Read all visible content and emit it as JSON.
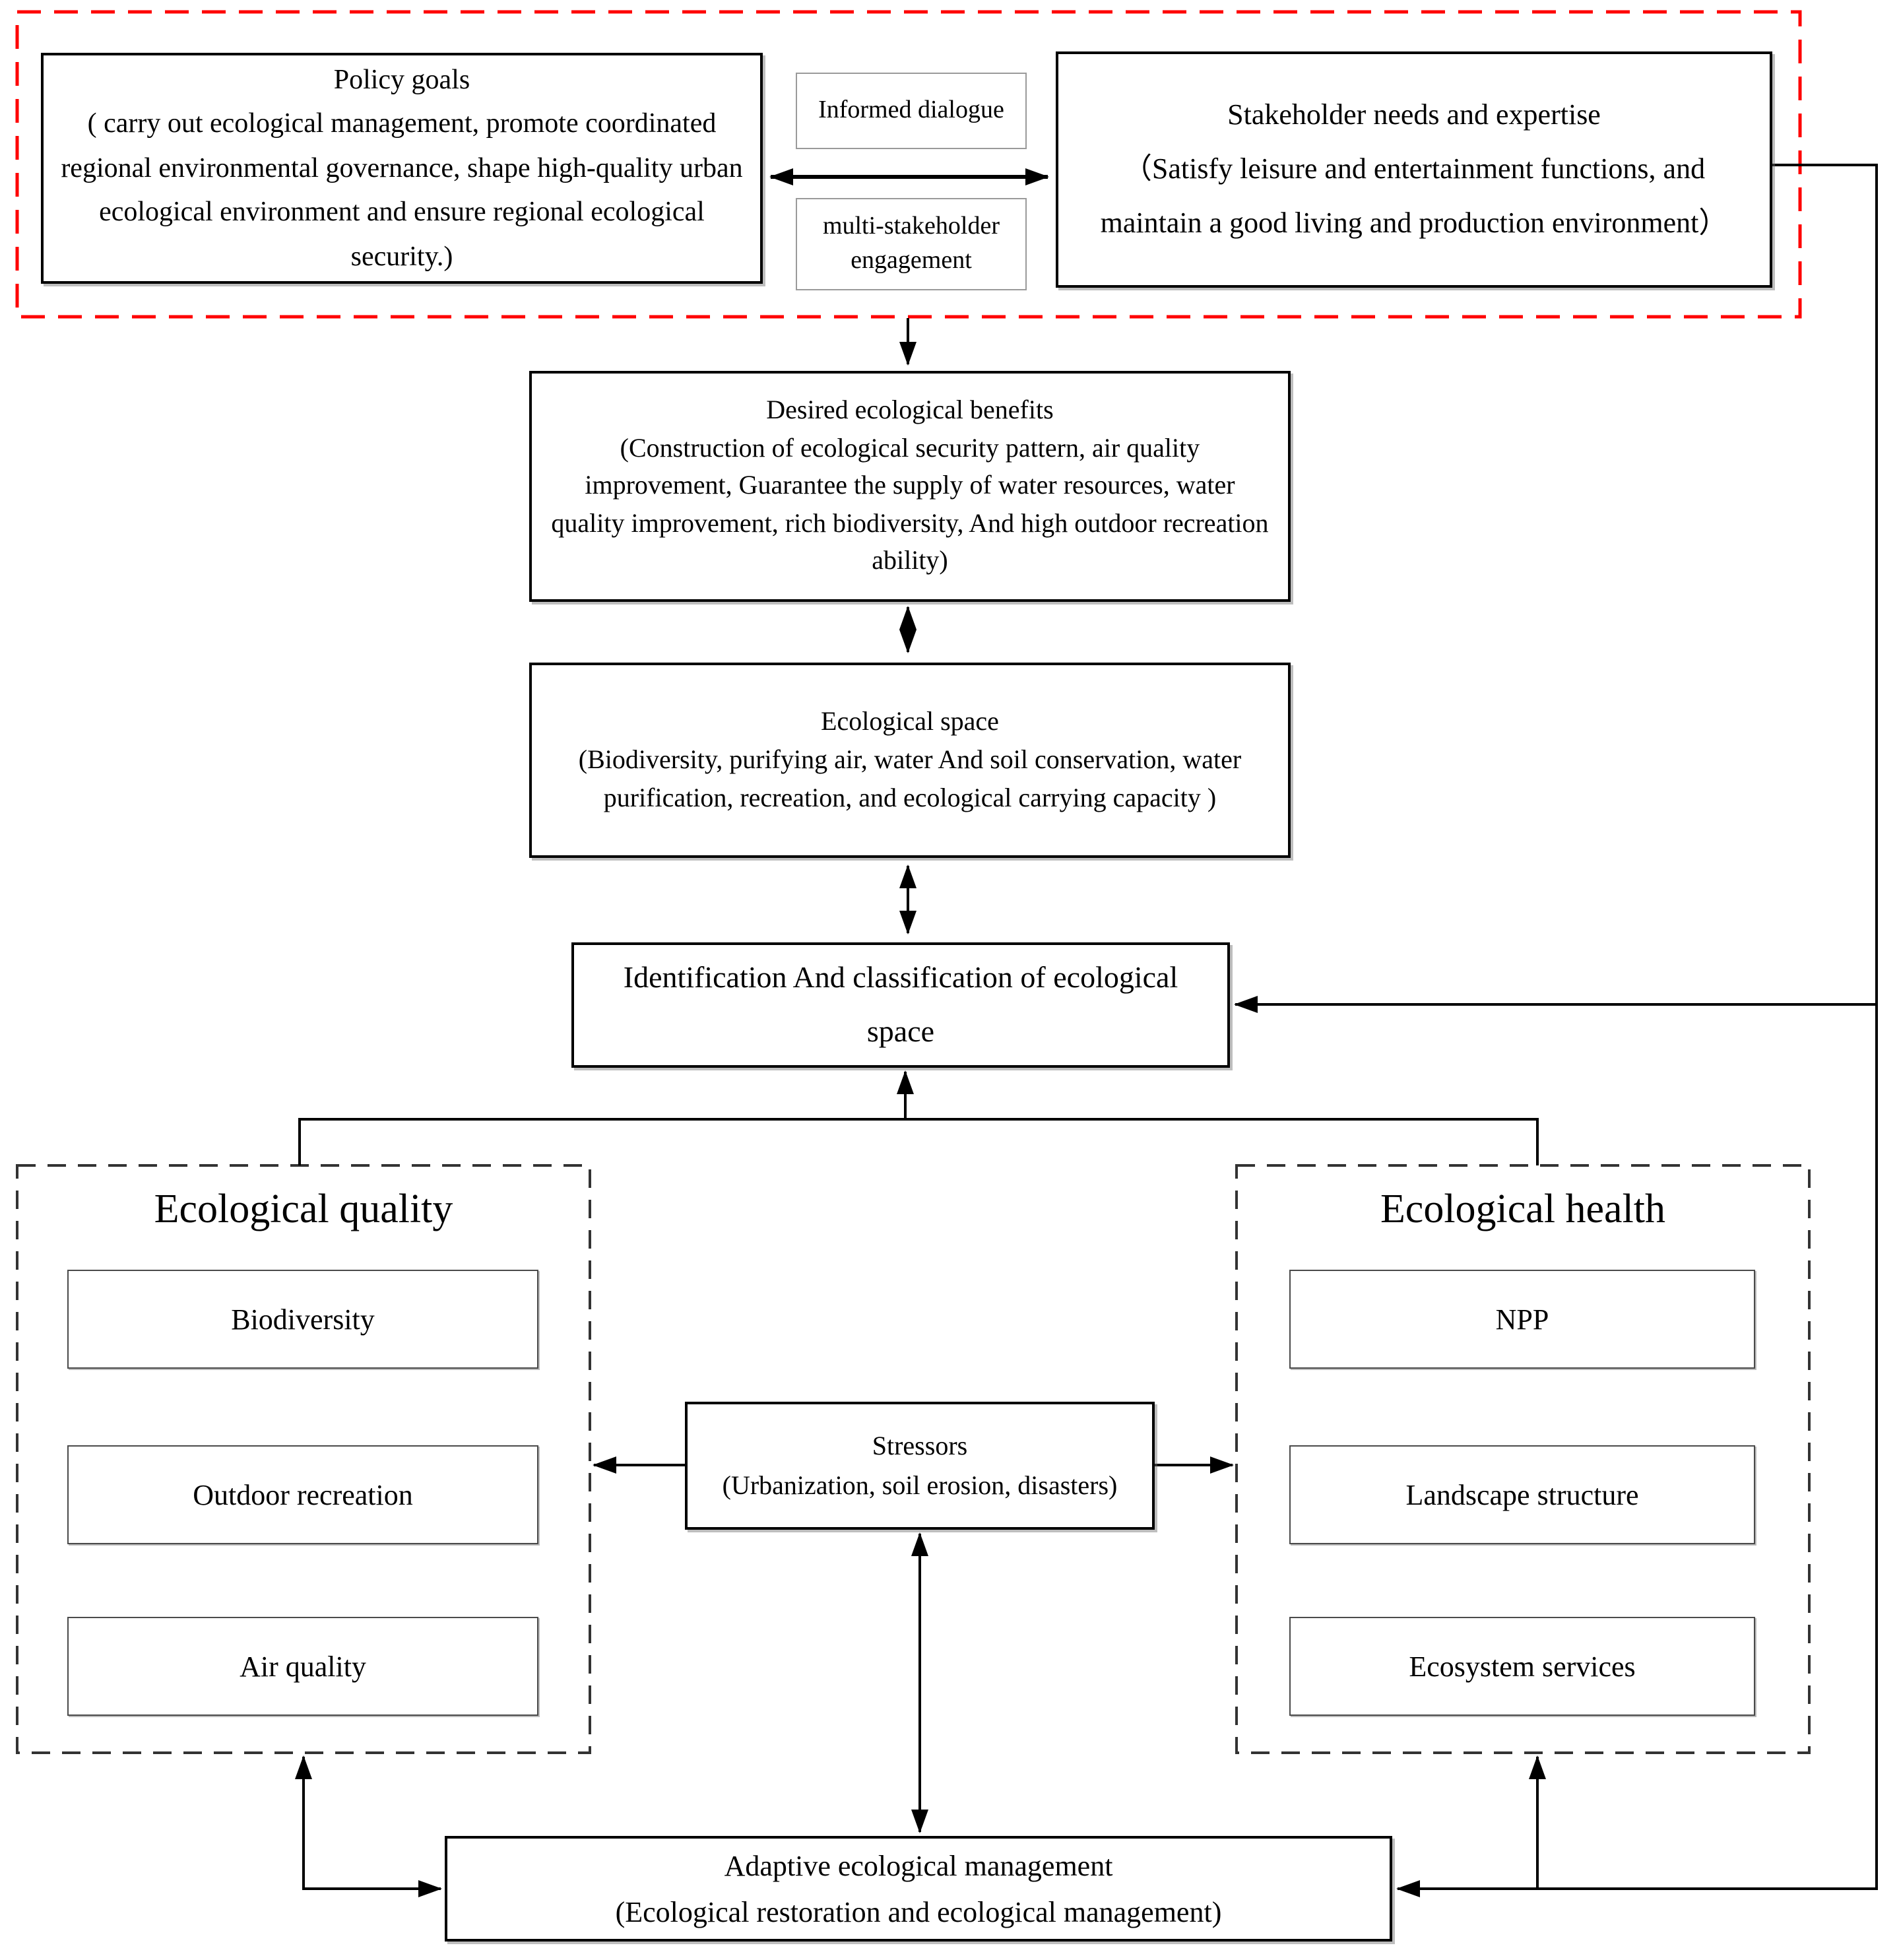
{
  "diagram": {
    "colors": {
      "boundary_red": "#ff0000",
      "line_black": "#000000",
      "panel_dash": "#333333"
    },
    "policy_goals": {
      "title": "Policy goals",
      "body": "( carry out  ecological management, promote coordinated regional environmental governance, shape high-quality urban ecological environment and ensure regional ecological security.)"
    },
    "informed_dialogue": {
      "label": "Informed dialogue"
    },
    "multi_stakeholder": {
      "label": "multi-stakeholder engagement"
    },
    "stakeholder_needs": {
      "title": "Stakeholder needs and expertise",
      "body": "（Satisfy leisure and entertainment functions, and maintain a good living and production environment）"
    },
    "desired_benefits": {
      "title": "Desired ecological benefits",
      "body": "(Construction of ecological security pattern, air quality improvement, Guarantee the supply of water resources, water quality improvement, rich biodiversity, And high outdoor recreation ability)"
    },
    "ecological_space": {
      "title": "Ecological space",
      "body": "(Biodiversity, purifying air, water And soil conservation, water purification,  recreation, and ecological carrying capacity  )"
    },
    "identification": {
      "label": "Identification And classification of ecological space"
    },
    "ecological_quality": {
      "title": "Ecological quality",
      "items": [
        "Biodiversity",
        "Outdoor recreation",
        "Air quality"
      ]
    },
    "stressors": {
      "title": "Stressors",
      "body": "(Urbanization, soil erosion, disasters)"
    },
    "ecological_health": {
      "title": "Ecological health",
      "items": [
        "NPP",
        "Landscape structure",
        "Ecosystem services"
      ]
    },
    "adaptive_management": {
      "title": "Adaptive ecological management",
      "body": "(Ecological restoration and ecological management)"
    }
  }
}
